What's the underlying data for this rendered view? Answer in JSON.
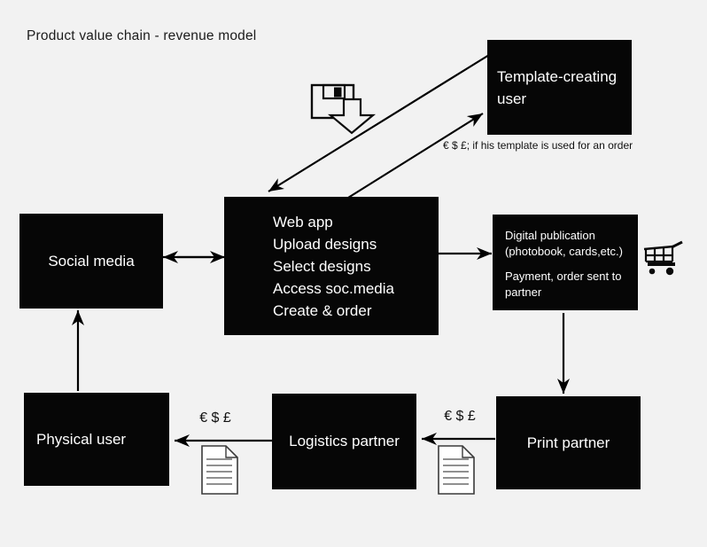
{
  "title": "Product value chain - revenue model",
  "nodes": {
    "social_media": {
      "label": "Social media"
    },
    "web_app": {
      "lines": [
        "Web app",
        "Upload designs",
        "Select designs",
        "Access soc.media",
        "Create & order"
      ]
    },
    "template_user": {
      "label": "Template-creating user"
    },
    "digital_publication": {
      "title": "Digital publication",
      "subtitle": "(photobook, cards,etc.)",
      "note": "Payment, order sent to partner"
    },
    "print_partner": {
      "label": "Print partner"
    },
    "logistics_partner": {
      "label": "Logistics partner"
    },
    "physical_user": {
      "label": "Physical user"
    }
  },
  "annotations": {
    "template_fee_note": "€ $ £; if his template is used for an order",
    "print_to_logistics_fee": "€ $ £",
    "logistics_to_physical_fee": "€ $ £"
  },
  "icons": {
    "floppy": "save-floppy-icon",
    "download_arrow": "download-arrow-icon",
    "cart": "shopping-cart-icon",
    "document": "invoice-document-icon"
  },
  "colors": {
    "background": "#f2f2f2",
    "node_fill": "#060606",
    "node_text": "#ffffff",
    "line": "#000000"
  }
}
